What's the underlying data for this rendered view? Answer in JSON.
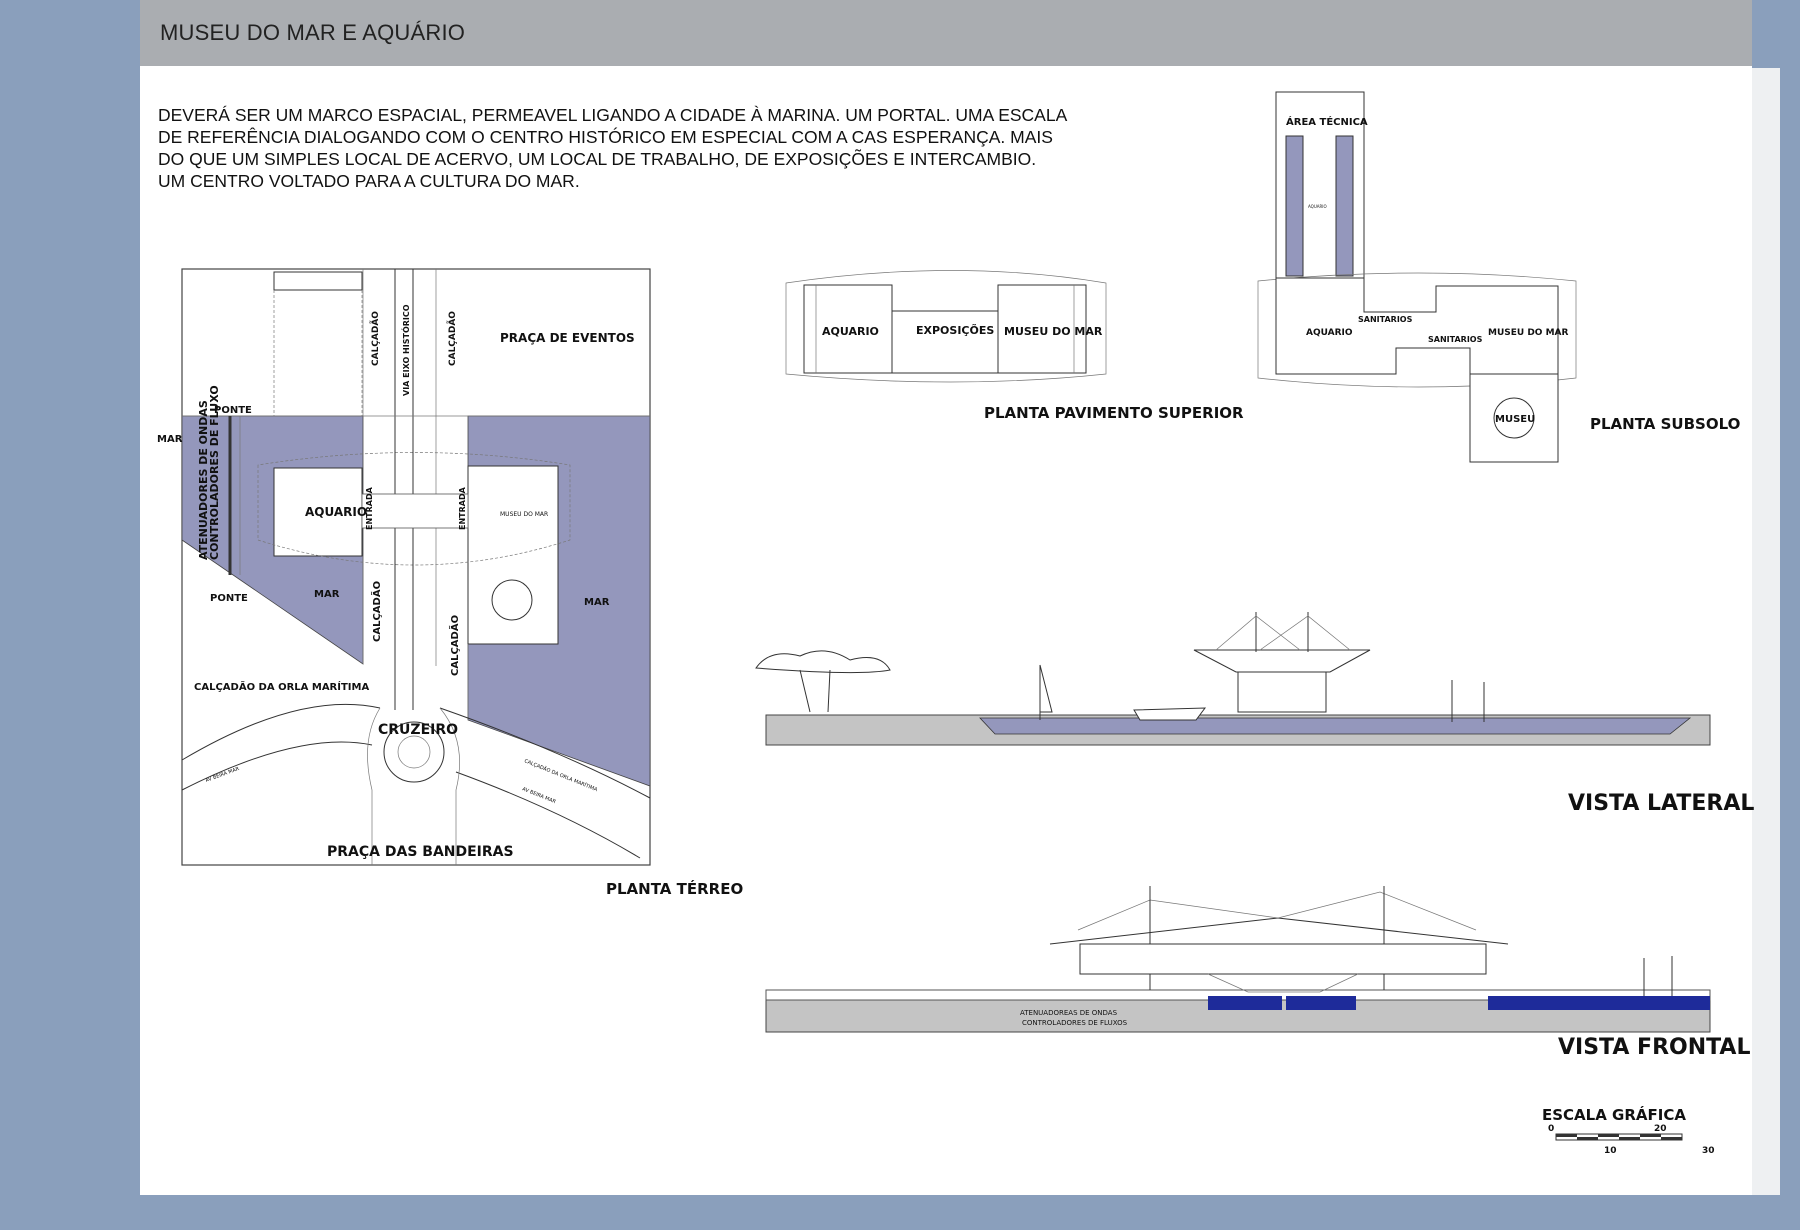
{
  "header": {
    "title": "MUSEU DO MAR E AQUÁRIO"
  },
  "intro_text": "DEVERÁ SER UM MARCO ESPACIAL, PERMEAVEL LIGANDO A CIDADE À MARINA. UM PORTAL. UMA ESCALA DE REFERÊNCIA DIALOGANDO COM O CENTRO HISTÓRICO EM ESPECIAL COM A CAS ESPERANÇA. MAIS DO QUE UM SIMPLES LOCAL DE ACERVO, UM LOCAL DE TRABALHO, DE EXPOSIÇÕES E INTERCAMBIO. UM CENTRO VOLTADO PARA A CULTURA DO MAR.",
  "colors": {
    "water": "#9497bc",
    "deep_water": "#1e2b9a",
    "ground": "#c4c4c4",
    "page_bg": "#8a9fbc",
    "header_bg": "#aaadb1"
  },
  "planta_terreo": {
    "caption": "PLANTA TÉRREO",
    "labels": {
      "praca_eventos": "PRAÇA DE EVENTOS",
      "calcadao": "CALÇADÃO",
      "via_eixo": "VIA EIXO HISTÓRICO",
      "ponte": "PONTE",
      "mar": "MAR",
      "atenuadores_1": "ATENUADORES DE ONDAS",
      "atenuadores_2": "CONTROLADORES DE FLUXO",
      "aquario": "AQUARIO",
      "entrada": "ENTRADA",
      "museu_do_mar": "MUSEU DO MAR",
      "calcadao_orla": "CALÇADÃO DA ORLA MARÍTIMA",
      "cruzeiro": "CRUZEIRO",
      "av_beira_mar": "AV BEIRA MAR",
      "praca_bandeiras": "PRAÇA DAS BANDEIRAS"
    }
  },
  "planta_superior": {
    "caption": "PLANTA PAVIMENTO SUPERIOR",
    "labels": {
      "aquario": "AQUARIO",
      "exposicoes": "EXPOSIÇÕES",
      "museu_do_mar": "MUSEU DO MAR"
    }
  },
  "planta_subsolo": {
    "caption": "PLANTA SUBSOLO",
    "labels": {
      "area_tecnica": "ÁREA TÉCNICA",
      "aquario_small": "AQUARIO",
      "sanitarios": "SANITARIOS",
      "aquario": "AQUARIO",
      "museu_do_mar": "MUSEU DO MAR",
      "museu": "MUSEU"
    }
  },
  "vista_lateral": {
    "caption": "VISTA LATERAL"
  },
  "vista_frontal": {
    "caption": "VISTA FRONTAL",
    "labels": {
      "atenuadoreas": "ATENUADOREAS DE ONDAS",
      "controladores": "CONTROLADORES DE FLUXOS"
    }
  },
  "escala": {
    "caption": "ESCALA GRÁFICA",
    "ticks": [
      "0",
      "10",
      "20",
      "30"
    ]
  }
}
